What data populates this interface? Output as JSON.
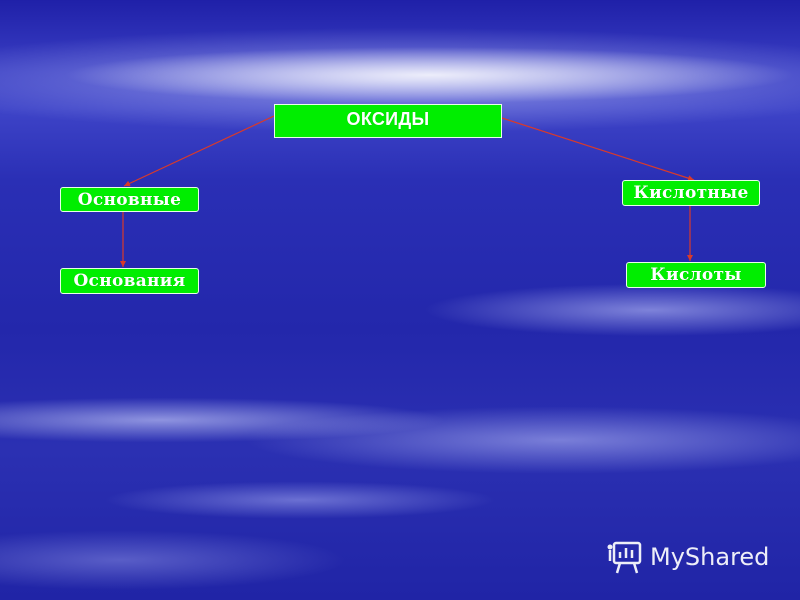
{
  "diagram": {
    "root": "ОКСИДЫ",
    "left_branch": {
      "category": "Основные",
      "product": "Основания"
    },
    "right_branch": {
      "category": "Кислотные",
      "product": "Кислоты"
    }
  },
  "watermark": {
    "text": "MyShared",
    "icon": "presentation-board-icon"
  },
  "colors": {
    "node_fill": "#00ee00",
    "arrow": "#d93a2a",
    "background": "#2327ab"
  }
}
